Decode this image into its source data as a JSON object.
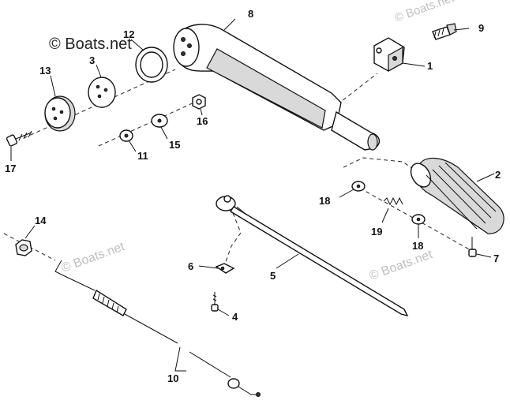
{
  "watermarks": {
    "main": "© Boats.net",
    "secondary": "© Boats.net"
  },
  "callouts": {
    "c1": "1",
    "c2": "2",
    "c3": "3",
    "c4": "4",
    "c5": "5",
    "c6": "6",
    "c7": "7",
    "c8": "8",
    "c9": "9",
    "c10": "10",
    "c11": "11",
    "c12": "12",
    "c13": "13",
    "c14": "14",
    "c15": "15",
    "c16": "16",
    "c17": "17",
    "c18a": "18",
    "c18b": "18",
    "c19": "19"
  }
}
